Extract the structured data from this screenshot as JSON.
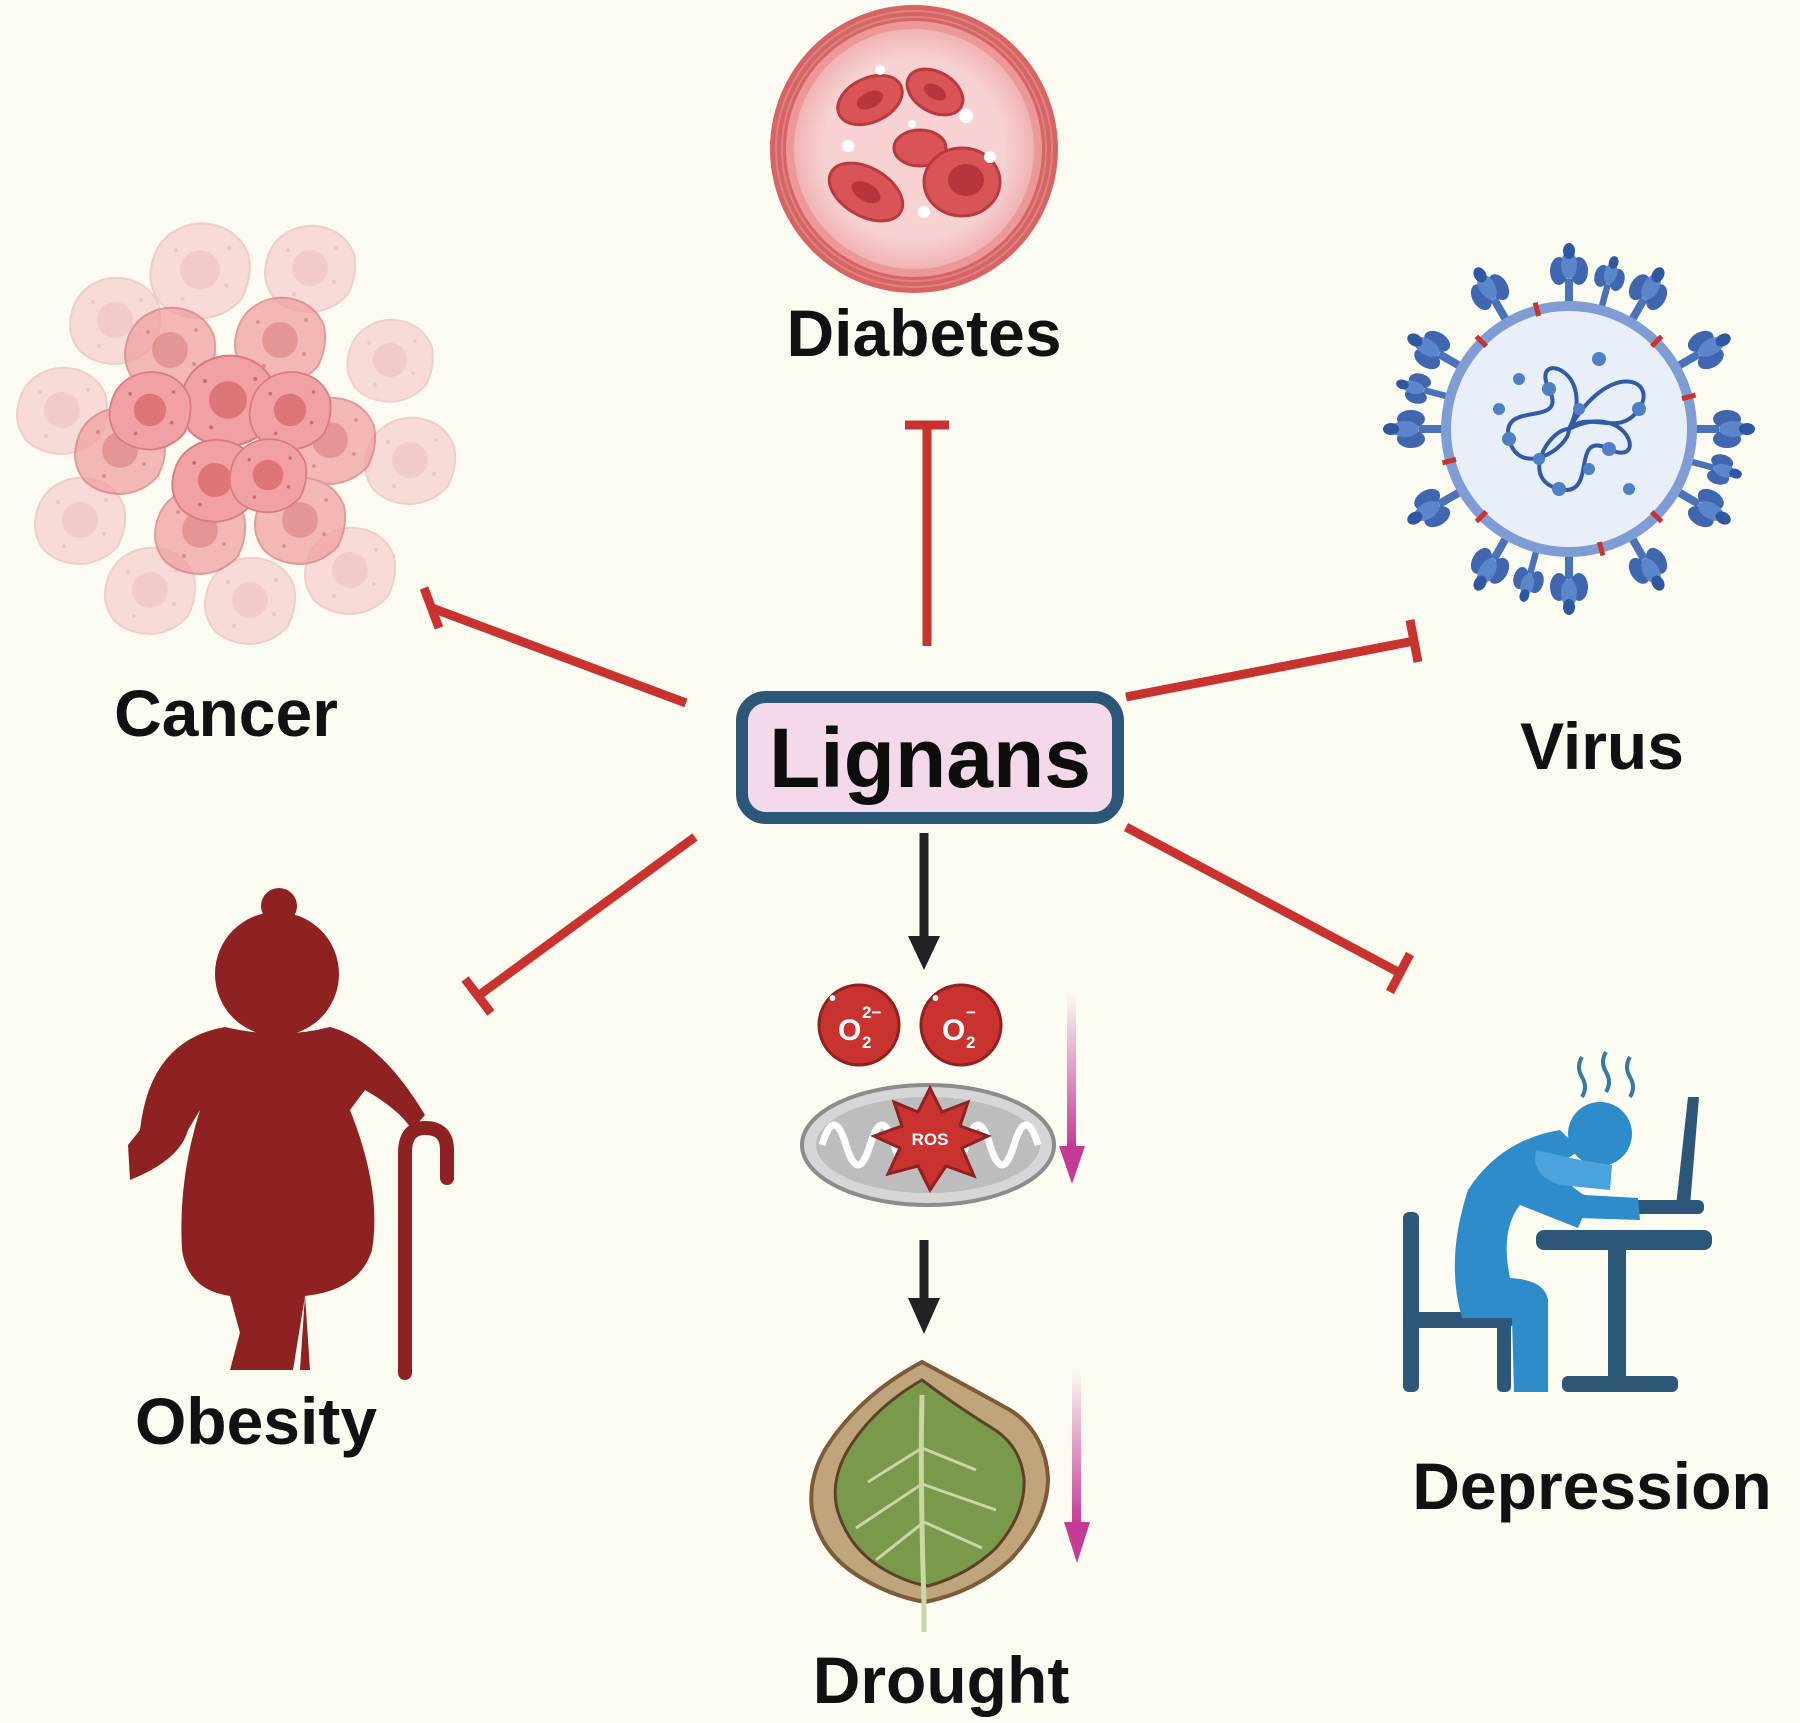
{
  "hub": {
    "label": "Lignans"
  },
  "targets": {
    "diabetes": "Diabetes",
    "cancer": "Cancer",
    "virus": "Virus",
    "obesity": "Obesity",
    "depression": "Depression",
    "drought": "Drought"
  },
  "ros_labels": {
    "radical_1": "O",
    "radical_1_sub": "2",
    "radical_1_sup": "2−",
    "radical_2": "O",
    "radical_2_sub": "2",
    "radical_2_sup": "−",
    "star": "ROS"
  },
  "colors": {
    "background": "#fcfbf2",
    "inhibition_line": "#c8332f",
    "hub_border": "#2c5779",
    "hub_fill": "#f4d9ea",
    "decrease_arrow": "#c43a94",
    "flow_arrow": "#222222"
  }
}
